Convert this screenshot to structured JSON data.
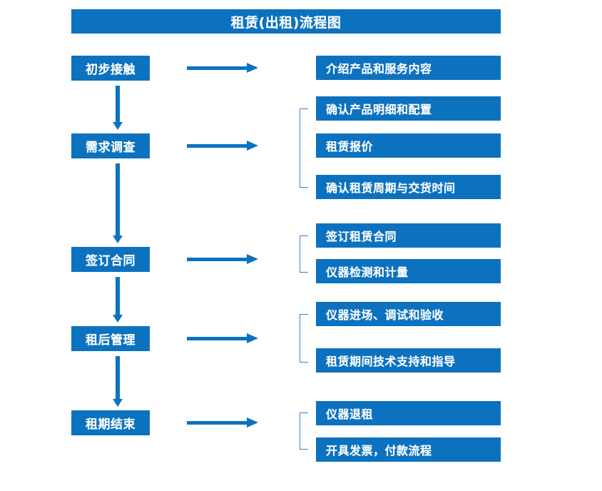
{
  "diagram": {
    "title": "租赁(出租)流程图",
    "accent_color": "#0C72C0",
    "bracket_color": "#3A7FBF",
    "background_color": "#FFFFFF",
    "stages": [
      {
        "label": "初步接触"
      },
      {
        "label": "需求调查"
      },
      {
        "label": "签订合同"
      },
      {
        "label": "租后管理"
      },
      {
        "label": "租期结束"
      }
    ],
    "details": [
      {
        "label": "介绍产品和服务内容"
      },
      {
        "label": "确认产品明细和配置"
      },
      {
        "label": "租赁报价"
      },
      {
        "label": "确认租赁周期与交货时间"
      },
      {
        "label": "签订租赁合同"
      },
      {
        "label": "仪器检测和计量"
      },
      {
        "label": "仪器进场、调试和验收"
      },
      {
        "label": "租赁期间技术支持和指导"
      },
      {
        "label": "仪器退租"
      },
      {
        "label": "开具发票，付款流程"
      }
    ],
    "icons": {
      "right_arrow": "right-arrow-icon",
      "down_arrow": "down-arrow-icon",
      "group_bracket": "group-bracket-icon"
    }
  }
}
